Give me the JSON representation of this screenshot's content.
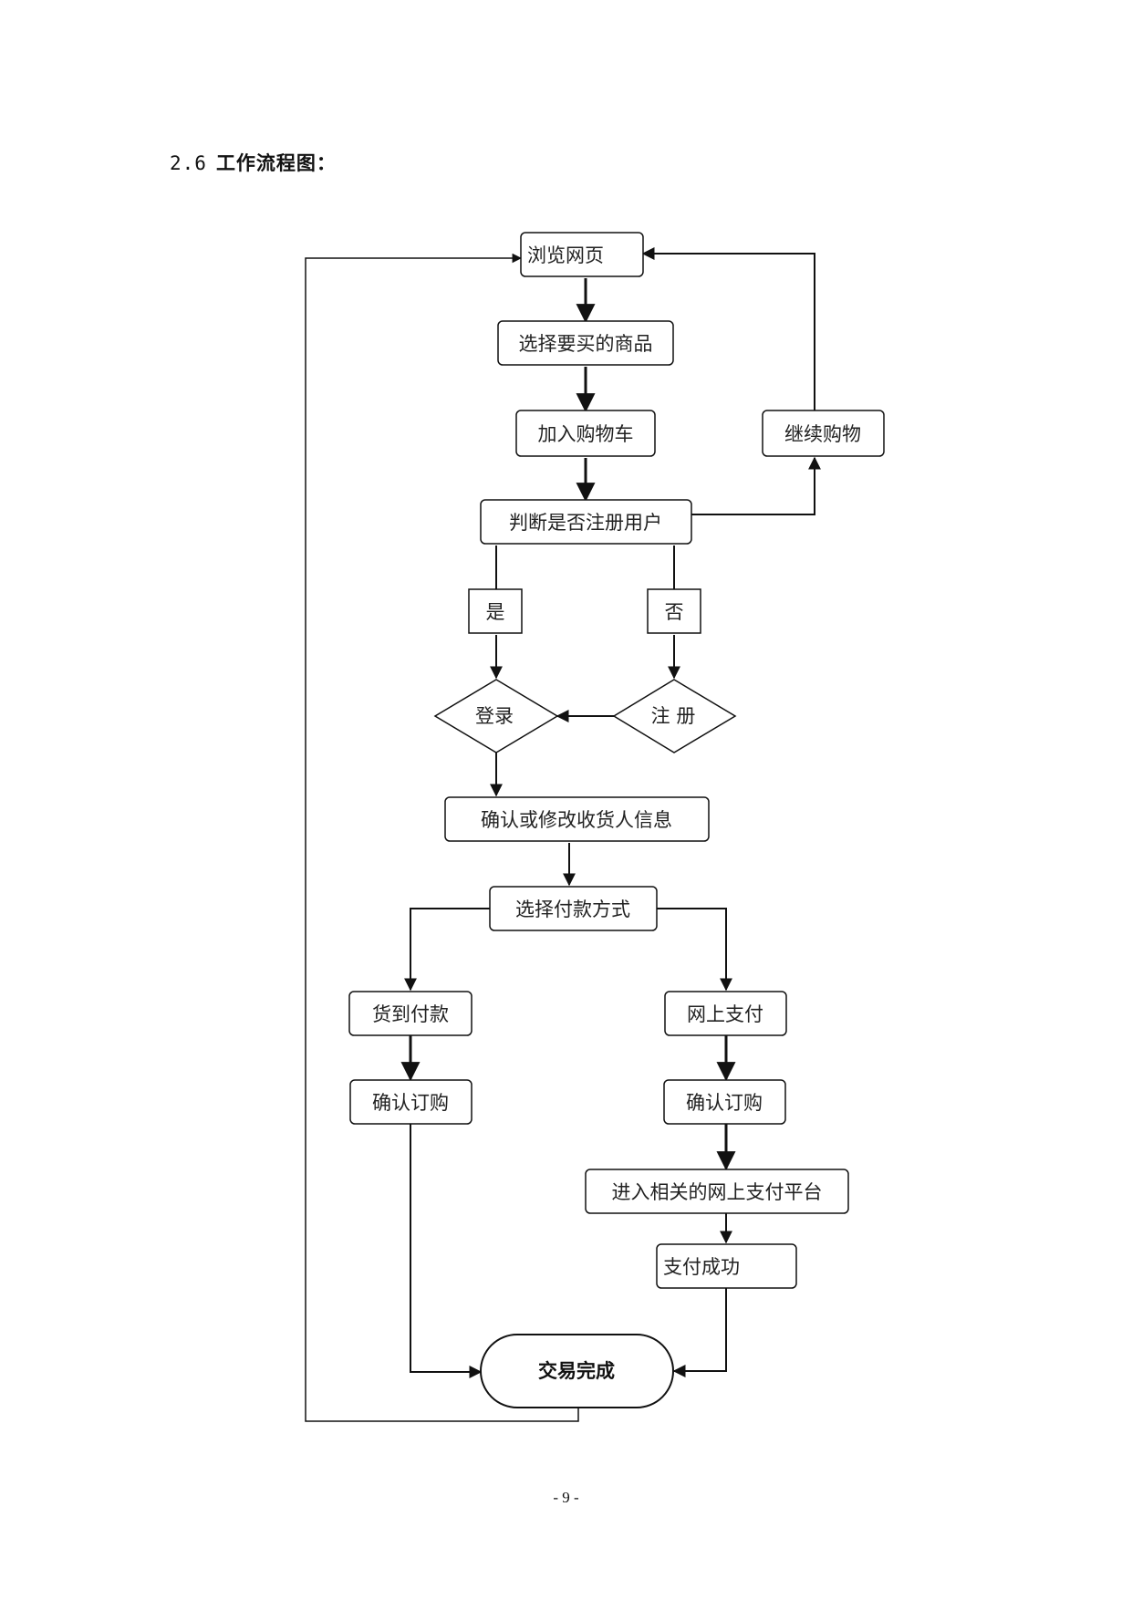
{
  "heading": {
    "number": "2.6",
    "title": "工作流程图："
  },
  "nodes": {
    "browse": "浏览网页",
    "select_goods": "选择要买的商品",
    "add_cart": "加入购物车",
    "continue_shopping": "继续购物",
    "check_registered": "判断是否注册用户",
    "yes": "是",
    "no": "否",
    "login": "登录",
    "register": "注 册",
    "confirm_receiver": "确认或修改收货人信息",
    "select_payment": "选择付款方式",
    "cod": "货到付款",
    "online_pay": "网上支付",
    "confirm_order_left": "确认订购",
    "confirm_order_right": "确认订购",
    "enter_platform": "进入相关的网上支付平台",
    "pay_success": "支付成功",
    "done": "交易完成"
  },
  "page_number": "- 9 -"
}
